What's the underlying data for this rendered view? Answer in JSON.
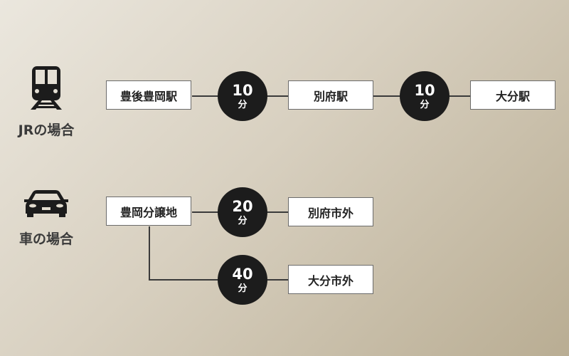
{
  "jr": {
    "label": "JRの場合",
    "icon": "train-icon",
    "stations": [
      "豊後豊岡駅",
      "別府駅",
      "大分駅"
    ],
    "times": [
      {
        "value": "10",
        "unit": "分"
      },
      {
        "value": "10",
        "unit": "分"
      }
    ]
  },
  "car": {
    "label": "車の場合",
    "icon": "car-icon",
    "origin": "豊岡分譲地",
    "destinations": [
      {
        "name": "別府市外",
        "value": "20",
        "unit": "分"
      },
      {
        "name": "大分市外",
        "value": "40",
        "unit": "分"
      }
    ]
  }
}
